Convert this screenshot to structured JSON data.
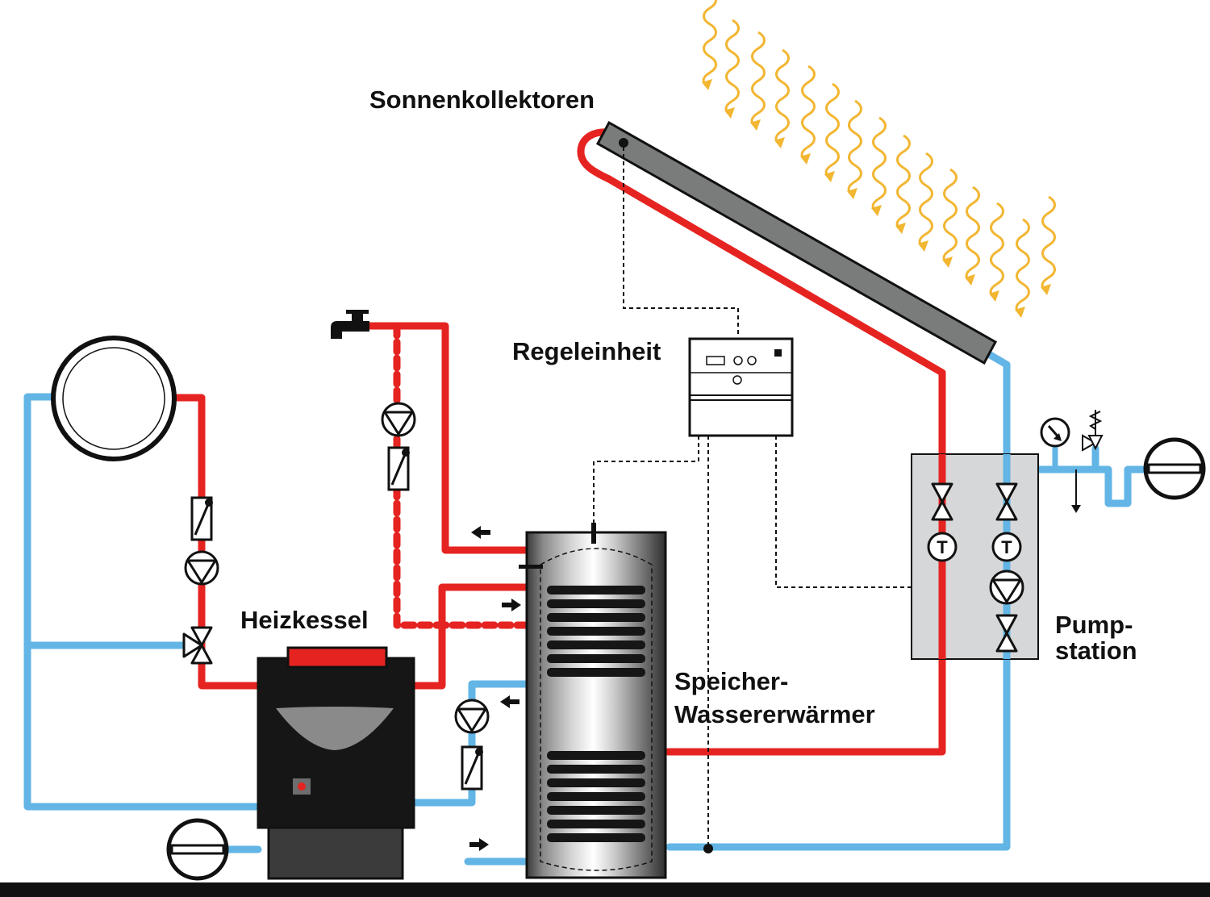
{
  "labels": {
    "collectors": "Sonnenkollektoren",
    "controller": "Regeleinheit",
    "boiler": "Heizkessel",
    "storage_line1": "Speicher-",
    "storage_line2": "Wassererwärmer",
    "pump_line1": "Pump-",
    "pump_line2": "station",
    "thermometer_symbol": "T"
  },
  "colors": {
    "hot_pipe": "#e52421",
    "cold_pipe": "#62b5e5",
    "sun_rays": "#f2b632",
    "collector": "#7a7c7c",
    "pump_station_box": "#d6d7d8",
    "boiler_body": "#161616",
    "bottom_bar": "#111111"
  },
  "icons": {
    "collector": "solar-collector-icon",
    "controller": "control-unit-icon",
    "boiler": "boiler-icon",
    "storage": "hot-water-tank-icon",
    "pump": "circulation-pump-icon",
    "valve": "valve-icon",
    "mixer": "three-way-valve-icon",
    "thermometer": "thermometer-icon",
    "flow_meter": "flow-meter-icon",
    "expansion_vessel": "expansion-vessel-icon",
    "radiator": "radiator-icon",
    "tap": "water-tap-icon",
    "pressure_gauge": "pressure-gauge-icon",
    "safety_valve": "safety-valve-icon"
  }
}
